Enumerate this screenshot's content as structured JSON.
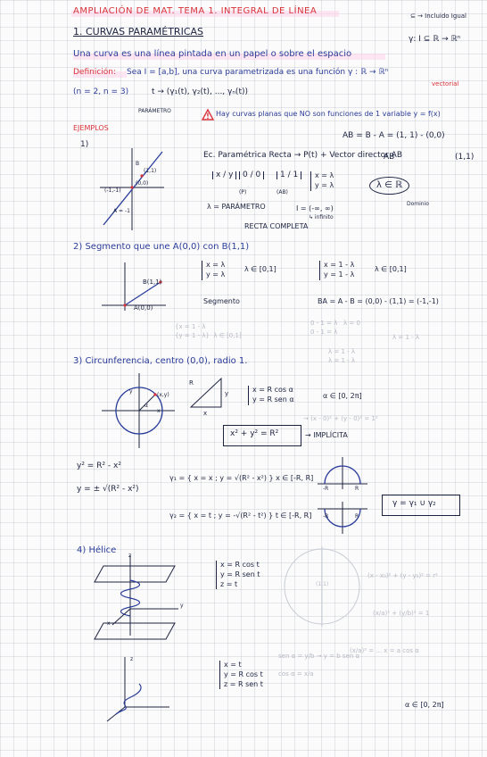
{
  "header": {
    "title": "AMPLIACIÓN DE MAT. TEMA 1. INTEGRAL DE LÍNEA",
    "top_right_note": "⊆ → Incluido Igual"
  },
  "section1": {
    "heading": "1. CURVAS PARAMÉTRICAS",
    "map_right": "γ: I ⊆ ℝ → ℝⁿ",
    "sentence": "Una curva es una línea pintada en un papel o sobre el espacio",
    "def_label": "Definición:",
    "def_text": "Sea I = [a,b], una curva parametrizada es una función γ : ℝ → ℝⁿ",
    "vector_note": "vectorial",
    "nm": "(n = 2, n = 3)",
    "map_line": "t → (γ₁(t), γ₂(t), ..., γₙ(t))",
    "param_note": "PARÁMETRO",
    "warning": "Hay curvas planas que NO son funciones de 1 variable y = f(x)",
    "examples_label": "EJEMPLOS"
  },
  "ex1": {
    "num": "1)",
    "lbl_b": "B",
    "lbl_11": "(1,1)",
    "lbl_m11": "(-1,-1)",
    "lbl_00": "(0,0)",
    "lbl_a1": "A = -1",
    "ab_formula": "AB = B - A = (1, 1) - (0,0)",
    "ab_vec": "AB",
    "ab_res": "(1,1)",
    "eq_title": "Ec. Paramétrica Recta → P(t) + Vector director AB",
    "matrix_xy": "x / y",
    "matrix_00": "0 / 0",
    "matrix_11": "1 / 1",
    "label_pt": "(P)",
    "label_ab": "(AB)",
    "sys": "x = λ\ny = λ",
    "lambda_r": "λ ∈ ℝ",
    "dominio": "Dominio",
    "lambda_param": "λ = PARÁMETRO",
    "interval": "I = (-∞, ∞)",
    "infinito": "↳ infinito",
    "recta_completa": "RECTA COMPLETA"
  },
  "ex2": {
    "heading": "2) Segmento que une A(0,0) con B(1,1)",
    "lbl_b": "B(1,1)",
    "lbl_a": "A(0,0)",
    "sys1": "x = λ\ny = λ",
    "sys1_range": "λ ∈ [0,1]",
    "segment_label": "Segmento",
    "sys2": "x = 1 - λ\ny = 1 - λ",
    "sys2_range": "λ ∈ [0,1]",
    "ba_formula": "BA = A - B = (0,0) - (1,1) = (-1,-1)",
    "faint_1": "{x = 1 - λ\n{y = 1 - λ}  λ ∈ [0,1]",
    "faint_2": "0 - 1 = λ   λ = 0\n0 - 1 = λ",
    "faint_3": "λ = 1 - λ\nλ = 1 - λ",
    "faint_4": "λ = 1 - λ"
  },
  "ex3": {
    "heading": "3) Circunferencia, centro (0,0), radio 1.",
    "lbl_xy": "(x,y)",
    "lbl_y": "y",
    "lbl_x": "x",
    "lbl_alpha": "α",
    "tri_r": "R",
    "tri_y": "y",
    "tri_x": "x",
    "sys": "x = R cos α\ny = R sen α",
    "range": "α ∈ [0, 2π]",
    "implicit_eq": "x² + y² = R²",
    "implicit_label": "→ IMPLÍCITA",
    "faint_circle": "→ (x - 0)² + (y - 0)² = 1²",
    "y2": "y² = R² - x²",
    "y_root": "y = ± √(R² - x²)",
    "gamma1": "γ₁ = { x = x ; y = √(R² - x²) }  x ∈ [-R, R]",
    "gamma2": "γ₂ = { x = t ; y = -√(R² - t²) }  t ∈ [-R, R]",
    "minus_r": "-R",
    "plus_r": "R",
    "union": "γ = γ₁ ∪ γ₂"
  },
  "ex4": {
    "heading": "4) Hélice",
    "sys1": "x = R cos t\ny = R sen t\nz = t",
    "sys2": "x = t\ny = R cos t\nz = R sen t",
    "axis_z": "z",
    "axis_x": "x",
    "axis_y": "y",
    "faint_a": "(x - x₀)² + (y - y₀)² = r²",
    "faint_b": "(x/a)² + (y/b)² = 1",
    "faint_c": "(x/a)² = ... x = a cos α",
    "faint_d": "sen α = y/b  →  y = b sen α",
    "faint_e": "cos α = x/a",
    "angle_range": "α ∈ [0, 2π]",
    "lbl_11": "(1,1)"
  },
  "colors": {
    "red": "#d8323b",
    "blue": "#2a3c9a",
    "ink": "#1c2340",
    "grid": "#c7cbd4",
    "highlight": "#ffd6eb"
  }
}
